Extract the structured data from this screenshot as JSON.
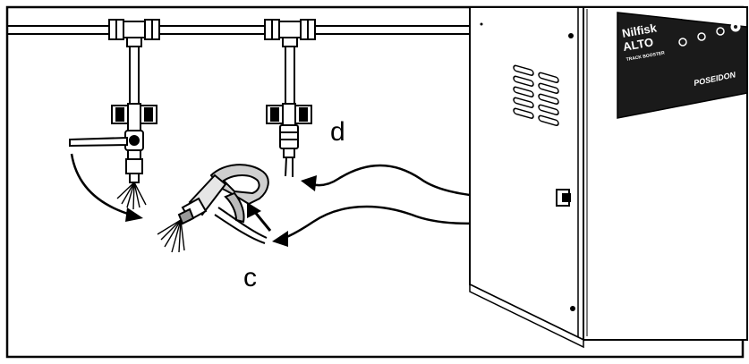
{
  "labels": {
    "c": "c",
    "d": "d"
  },
  "machine": {
    "brand_line1": "Nilfisk",
    "brand_line2": "ALTO",
    "brand_subtitle": "TRACK BOOSTER",
    "series_logo": "POSEIDON"
  },
  "colors": {
    "line": "#000000",
    "panel": "#1a1a1a",
    "paper": "#ffffff",
    "gray": "#9a9a9a"
  }
}
